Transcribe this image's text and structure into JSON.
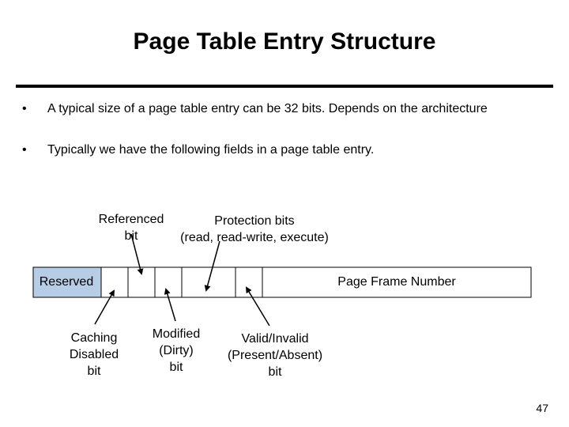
{
  "slide": {
    "title": "Page Table Entry Structure",
    "bullets": [
      {
        "marker": "•",
        "text": "A typical size of a page table entry can be 32 bits. Depends on the architecture"
      },
      {
        "marker": "•",
        "text": "Typically we have the following fields in a page table entry."
      }
    ],
    "page_number": "47"
  },
  "diagram": {
    "fields": {
      "reserved": "Reserved",
      "page_frame_number": "Page Frame Number"
    },
    "labels": {
      "referenced": [
        "Referenced",
        "bit"
      ],
      "protection": [
        "Protection bits",
        "(read, read-write, execute)"
      ],
      "caching": [
        "Caching",
        "Disabled",
        "bit"
      ],
      "modified": [
        "Modified",
        "(Dirty)",
        "bit"
      ],
      "valid": [
        "Valid/Invalid",
        "(Present/Absent)",
        "bit"
      ]
    },
    "colors": {
      "reserved_fill": "#b7cde6",
      "line": "#000000"
    }
  }
}
